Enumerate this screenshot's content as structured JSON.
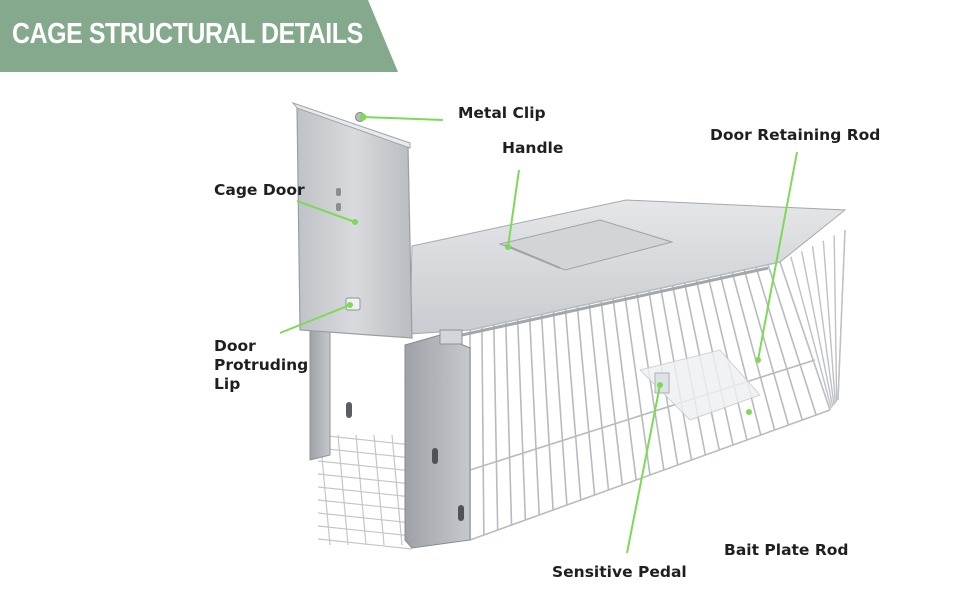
{
  "banner": {
    "title": "CAGE STRUCTURAL DETAILS",
    "color": "#84a98c"
  },
  "leader_color": "#7ed957",
  "labels": {
    "metal_clip": "Metal Clip",
    "handle": "Handle",
    "door_retaining_rod": "Door Retaining Rod",
    "cage_door": "Cage Door",
    "door_protruding_lip": [
      "Door",
      "Protruding",
      "Lip"
    ],
    "sensitive_pedal": "Sensitive Pedal",
    "bait_plate_rod": "Bait Plate Rod"
  }
}
